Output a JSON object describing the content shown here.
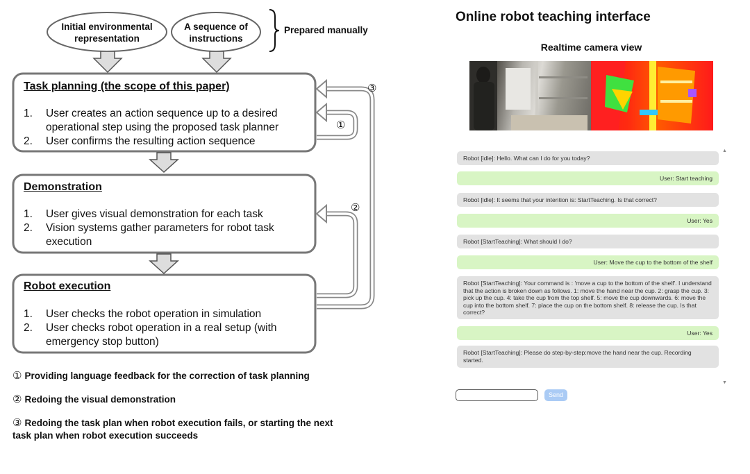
{
  "diagram": {
    "inputs": [
      {
        "text": "Initial environmental representation"
      },
      {
        "text": "A sequence of instructions"
      }
    ],
    "brace_label": "Prepared manually",
    "boxes": [
      {
        "title": "Task planning (the scope of this paper)",
        "items": [
          {
            "num": "1.",
            "text": "User creates an action sequence up to a desired operational step using the proposed task planner"
          },
          {
            "num": "2.",
            "text": "User confirms the resulting action sequence"
          }
        ]
      },
      {
        "title": "Demonstration",
        "items": [
          {
            "num": "1.",
            "text": "User gives visual demonstration for each task"
          },
          {
            "num": "2.",
            "text": "Vision systems gather parameters for robot task execution"
          }
        ]
      },
      {
        "title": "Robot execution",
        "items": [
          {
            "num": "1.",
            "text": "User checks the robot operation in simulation"
          },
          {
            "num": "2.",
            "text": "User checks robot operation in a real setup (with emergency stop button)"
          }
        ]
      }
    ],
    "loop_labels": [
      "①",
      "②",
      "③"
    ],
    "legend": [
      {
        "symbol": "①",
        "text": "Providing language feedback for the correction of task planning"
      },
      {
        "symbol": "②",
        "text": "Redoing the visual demonstration"
      },
      {
        "symbol": "③",
        "text": "Redoing the task plan when robot execution fails, or starting the next task plan when robot execution succeeds"
      }
    ]
  },
  "app": {
    "title": "Online robot teaching interface",
    "camera_title": "Realtime camera view",
    "messages": [
      {
        "role": "robot",
        "text": "Robot [idle]: Hello. What can I do for you today?"
      },
      {
        "role": "user",
        "text": "User: Start teaching"
      },
      {
        "role": "robot",
        "text": "Robot [idle]: It seems that your intention is: StartTeaching. Is that correct?"
      },
      {
        "role": "user",
        "text": "User: Yes"
      },
      {
        "role": "robot",
        "text": "Robot [StartTeaching]: What should I do?"
      },
      {
        "role": "user",
        "text": "User: Move the cup to the bottom of the shelf"
      },
      {
        "role": "robot",
        "text": "Robot [StartTeaching]: Your command is : 'move a cup to the bottom of the shelf'. I understand that the action is broken down as follows. 1: move the hand near the cup. 2: grasp the cup. 3: pick up the cup. 4: take the cup from the top shelf. 5: move the cup downwards. 6: move the cup into the bottom shelf. 7: place the cup on the bottom shelf. 8: release the cup. Is that correct?"
      },
      {
        "role": "user",
        "text": "User: Yes"
      },
      {
        "role": "robot",
        "text": "Robot [StartTeaching]: Please do step-by-step:move the hand near the cup. Recording started."
      }
    ],
    "input_value": "",
    "send_label": "Send",
    "colors": {
      "robot_bubble": "#e2e2e2",
      "user_bubble": "#d8f5c4",
      "send_button": "#aacbf5"
    }
  }
}
